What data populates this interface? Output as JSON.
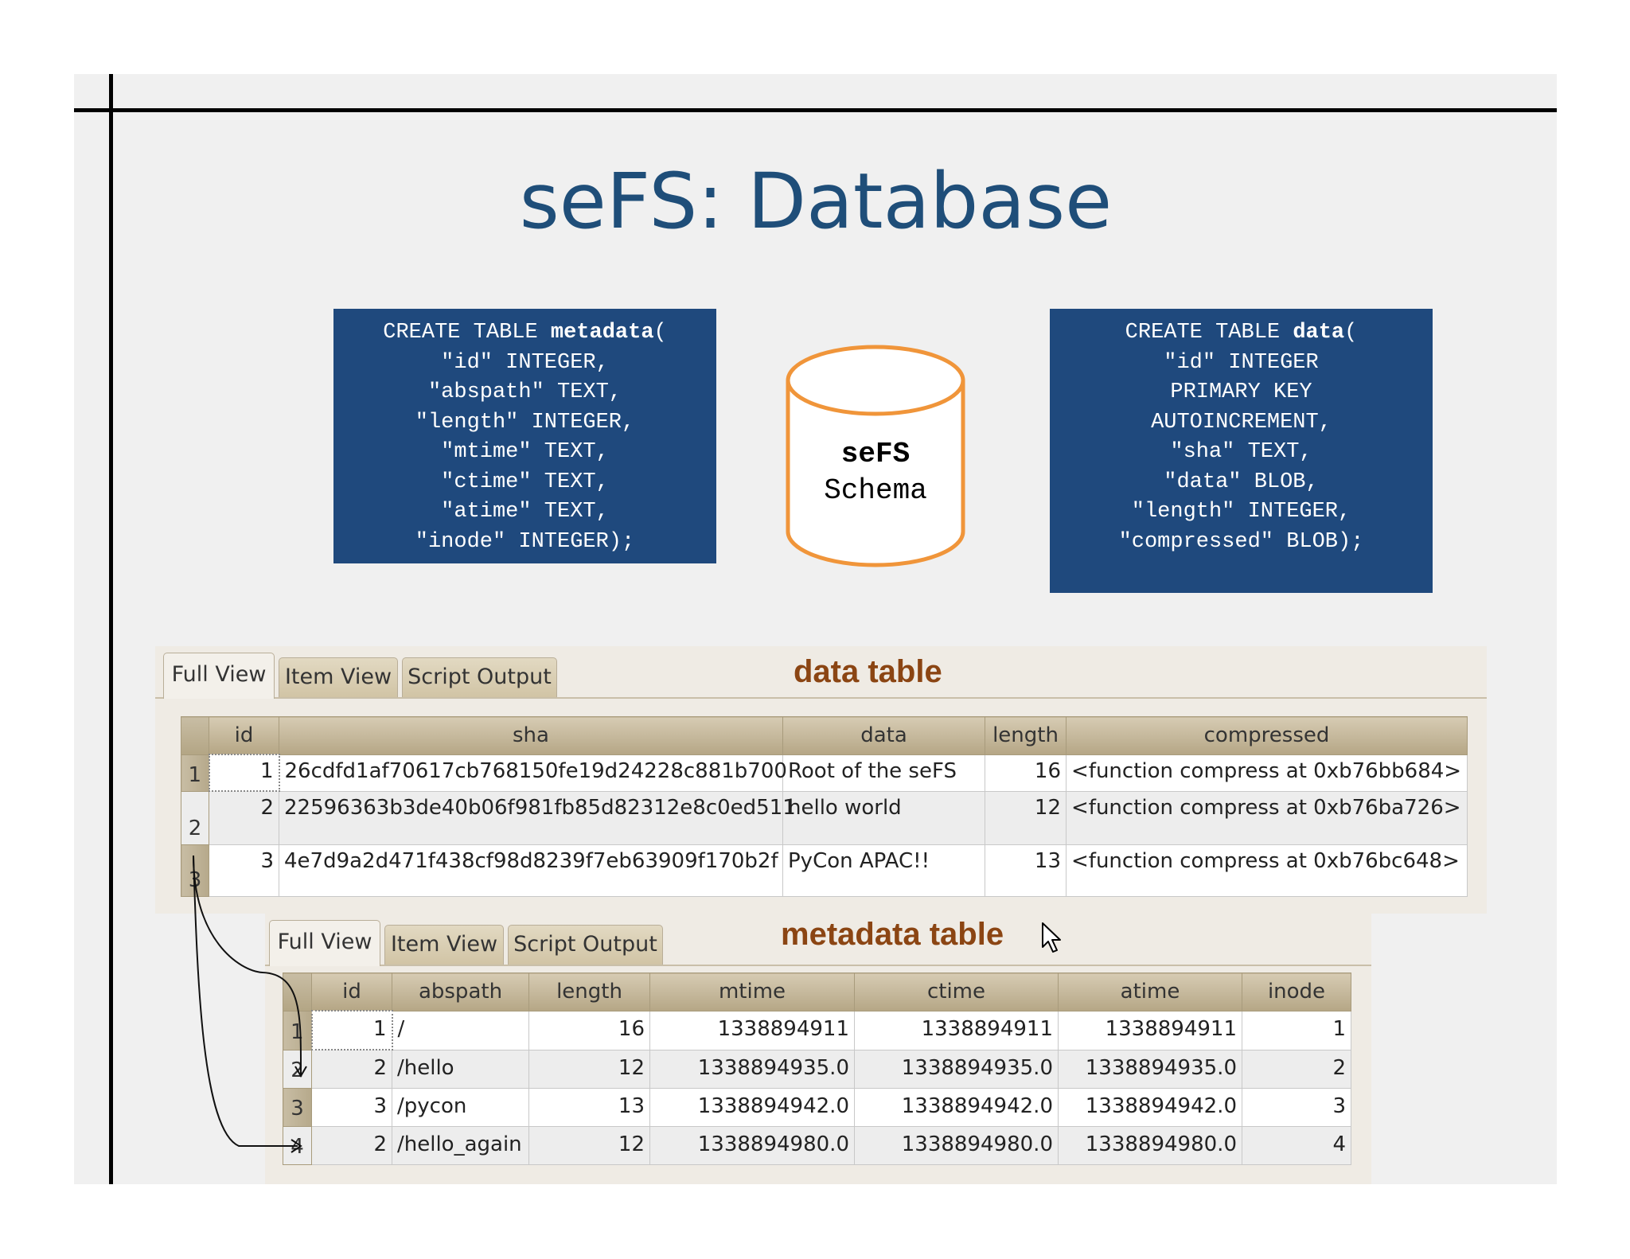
{
  "slide": {
    "title": "seFS: Database"
  },
  "metadata_schema": {
    "lines": [
      "CREATE TABLE ",
      "metadata",
      "(",
      "\"id\" INTEGER,",
      "\"abspath\" TEXT,",
      "\"length\" INTEGER,",
      "\"mtime\" TEXT,",
      "\"ctime\" TEXT,",
      "\"atime\" TEXT,",
      "\"inode\" INTEGER);"
    ]
  },
  "data_schema": {
    "lines": [
      "CREATE TABLE ",
      "data",
      "(",
      "\"id\" INTEGER",
      "PRIMARY KEY",
      "AUTOINCREMENT,",
      "\"sha\" TEXT,",
      "\"data\" BLOB,",
      "\"length\" INTEGER,",
      "\"compressed\" BLOB);"
    ]
  },
  "database_icon": {
    "name": "seFS",
    "subtitle": "Schema",
    "outline_color": "#f0953a"
  },
  "data_window": {
    "tabs": [
      "Full View",
      "Item View",
      "Script Output"
    ],
    "active_tab": "Full View",
    "label": "data table",
    "columns": [
      "id",
      "sha",
      "data",
      "length",
      "compressed"
    ],
    "rows": [
      {
        "row": "1",
        "id": "1",
        "sha": "26cdfd1af70617cb768150fe19d24228c881b700",
        "data": "Root of the seFS",
        "length": "16",
        "compressed": "<function compress at 0xb76bb684>"
      },
      {
        "row": "2",
        "id": "2",
        "sha": "22596363b3de40b06f981fb85d82312e8c0ed511",
        "data": "hello world",
        "length": "12",
        "compressed": "<function compress at 0xb76ba726>"
      },
      {
        "row": "3",
        "id": "3",
        "sha": "4e7d9a2d471f438cf98d8239f7eb63909f170b2f",
        "data": "PyCon APAC!!",
        "length": "13",
        "compressed": "<function compress at 0xb76bc648>"
      }
    ]
  },
  "metadata_window": {
    "tabs": [
      "Full View",
      "Item View",
      "Script Output"
    ],
    "active_tab": "Full View",
    "label": "metadata table",
    "columns": [
      "id",
      "abspath",
      "length",
      "mtime",
      "ctime",
      "atime",
      "inode"
    ],
    "rows": [
      {
        "row": "1",
        "id": "1",
        "abspath": "/",
        "length": "16",
        "mtime": "1338894911",
        "ctime": "1338894911",
        "atime": "1338894911",
        "inode": "1"
      },
      {
        "row": "2",
        "id": "2",
        "abspath": "/hello",
        "length": "12",
        "mtime": "1338894935.0",
        "ctime": "1338894935.0",
        "atime": "1338894935.0",
        "inode": "2"
      },
      {
        "row": "3",
        "id": "3",
        "abspath": "/pycon",
        "length": "13",
        "mtime": "1338894942.0",
        "ctime": "1338894942.0",
        "atime": "1338894942.0",
        "inode": "3"
      },
      {
        "row": "4",
        "id": "2",
        "abspath": "/hello_again",
        "length": "12",
        "mtime": "1338894980.0",
        "ctime": "1338894980.0",
        "atime": "1338894980.0",
        "inode": "4"
      }
    ]
  },
  "colors": {
    "title": "#1f4e79",
    "code_box": "#1f497d",
    "label": "#8b4513"
  }
}
